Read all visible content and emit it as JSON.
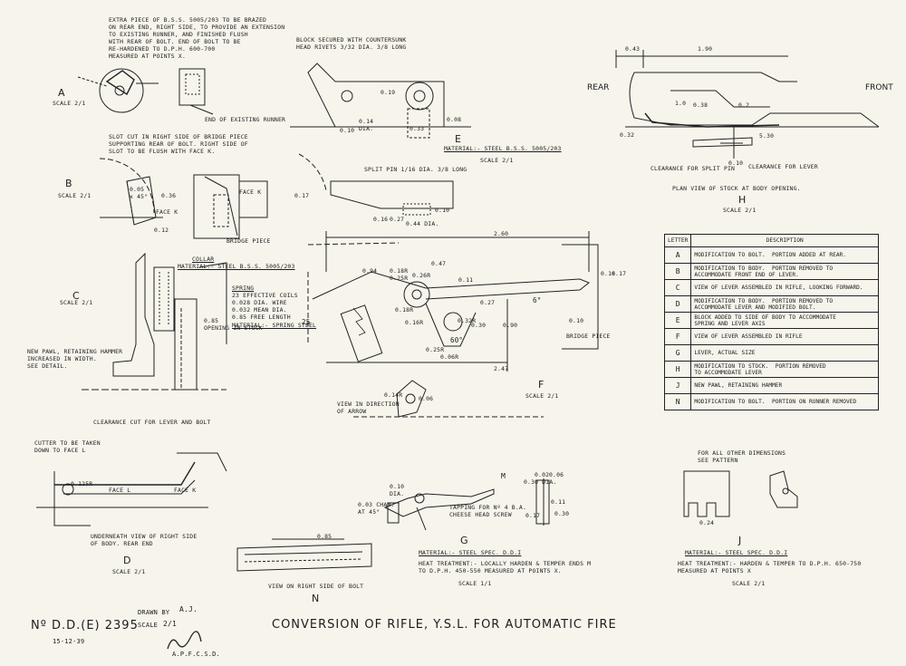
{
  "title": "CONVERSION OF RIFLE, Y.S.L.  FOR AUTOMATIC FIRE",
  "drawing_no": "Nº D.D.(E) 2395",
  "date": "15-12-39",
  "drawn_by_label": "DRAWN BY",
  "drawn_by": "A.J.",
  "scale_label": "SCALE",
  "scale_value": "2/1",
  "signature_title": "A.P.F.C.S.D.",
  "views": {
    "A": {
      "letter": "A",
      "scale": "SCALE 2/1",
      "note": "EXTRA PIECE OF B.S.S. 5005/203 TO BE BRAZED\nON REAR END, RIGHT SIDE, TO PROVIDE AN EXTENSION\nTO EXISTING RUNNER, AND FINISHED FLUSH\nWITH REAR OF BOLT. END OF BOLT TO BE\nRE-HARDENED TO D.P.H. 600-700\nMEASURED AT POINTS X.",
      "runner_note": "END OF EXISTING RUNNER"
    },
    "B": {
      "letter": "B",
      "scale": "SCALE 2/1",
      "note": "SLOT CUT IN RIGHT SIDE OF BRIDGE PIECE\nSUPPORTING REAR OF BOLT. RIGHT SIDE OF\nSLOT TO BE FLUSH WITH FACE K.",
      "face_k": "FACE K",
      "face_k2": "FACE K",
      "bridge": "BRIDGE PIECE",
      "dims": [
        "0.05\nx 45°",
        "0.36",
        "0.12"
      ]
    },
    "C": {
      "letter": "C",
      "scale": "SCALE 2/1",
      "collar": "COLLAR",
      "collar_mat": "MATERIAL:- STEEL B.S.S. 5005/203",
      "spring": "SPRING",
      "spring_spec": "23 EFFECTIVE COILS\n0.028 DIA. WIRE\n0.032 MEAN DIA.\n0.85 FREE LENGTH",
      "spring_mat": "MATERIAL:- SPRING STEEL",
      "opening": "0.85\nOPENING IN STOCK",
      "pawl_note": "NEW PAWL, RETAINING HAMMER\nINCREASED IN WIDTH.\nSEE DETAIL."
    },
    "E": {
      "letter": "E",
      "material": "MATERIAL:- STEEL B.S.S. 5005/203",
      "scale": "SCALE 2/1",
      "block_note": "BLOCK SECURED WITH COUNTERSUNK\nHEAD RIVETS 3/32 DIA. 3/8 LONG",
      "split_pin": "SPLIT PIN 1/16 DIA. 3/8 LONG",
      "dims": [
        "0.10",
        "0.19",
        "0.33",
        "0.08",
        "0.14\nDIA.",
        "0.17",
        "0.16",
        "0.27",
        "0.44 DIA.",
        "0.10"
      ]
    },
    "H": {
      "letter": "H",
      "scale": "SCALE 2/1",
      "rear": "REAR",
      "front": "FRONT",
      "title": "PLAN VIEW OF STOCK AT BODY OPENING.",
      "clear_pin": "CLEARANCE FOR SPLIT PIN",
      "clear_lever": "CLEARANCE FOR LEVER",
      "dims": [
        "0.43",
        "1.90",
        "1.0",
        "0.38",
        "0.2",
        "5.30",
        "0.32",
        "0.10"
      ]
    },
    "F": {
      "letter": "F",
      "scale": "SCALE 2/1",
      "arrow_view": "VIEW IN DIRECTION\nOF ARROW",
      "bridge": "BRIDGE PIECE",
      "dims": [
        "2.60",
        "2.47",
        "0.47",
        "0.94",
        "0.18R",
        "0.25R",
        "0.26R",
        "0.11",
        "0.16",
        "0.17",
        "0.10",
        "0.30",
        "0.90",
        "0.32R",
        "0.16R",
        "0.06R",
        "0.18R",
        "0.25R",
        "0.27",
        "0.14R",
        "0.06"
      ],
      "angles": [
        "25",
        "6°",
        "60°"
      ]
    },
    "D": {
      "letter": "D",
      "scale": "SCALE 2/1",
      "clearance": "CLEARANCE CUT FOR LEVER AND BOLT",
      "cutter": "CUTTER TO BE TAKEN\nDOWN TO FACE L",
      "face_l": "FACE L",
      "face_k": "FACE K",
      "r": "0.125R",
      "view": "UNDERNEATH VIEW OF RIGHT SIDE\nOF BODY. REAR END"
    },
    "N": {
      "letter": "N",
      "view": "VIEW ON RIGHT SIDE OF BOLT",
      "dim": "0.85"
    },
    "G": {
      "letter": "G",
      "material": "MATERIAL:- STEEL SPEC. D.D.I",
      "heat": "HEAT TREATMENT:- LOCALLY HARDEN & TEMPER ENDS M\nTO D.P.H. 450-550 MEASURED AT POINTS X.",
      "scale": "SCALE 1/1",
      "tapping": "TAPPING FOR Nº 4 B.A.\nCHEESE HEAD SCREW",
      "cham": "0.03 CHAM.\nAT 45°",
      "m": "M",
      "dims": [
        "0.10\nDIA.",
        "0.02",
        "0.06",
        "0.30 DIA.",
        "0.11",
        "0.30",
        "0.17"
      ]
    },
    "J": {
      "letter": "J",
      "note": "FOR ALL OTHER DIMENSIONS\nSEE PATTERN",
      "material": "MATERIAL:- STEEL SPEC. D.D.I",
      "heat": "HEAT TREATMENT:- HARDEN & TEMPER TO D.P.H. 650-750\nMEASURED AT POINTS X",
      "scale": "SCALE 2/1",
      "dim": "0.24"
    }
  },
  "legend": {
    "headers": [
      "LETTER",
      "DESCRIPTION"
    ],
    "rows": [
      [
        "A",
        "MODIFICATION TO BOLT.  PORTION ADDED AT REAR."
      ],
      [
        "B",
        "MODIFICATION TO BODY.  PORTION REMOVED TO\nACCOMMODATE FRONT END OF LEVER."
      ],
      [
        "C",
        "VIEW OF LEVER ASSEMBLED IN RIFLE, LOOKING FORWARD."
      ],
      [
        "D",
        "MODIFICATION TO BODY.  PORTION REMOVED TO\nACCOMMODATE LEVER AND MODIFIED BOLT."
      ],
      [
        "E",
        "BLOCK ADDED TO SIDE OF BODY TO ACCOMMODATE\nSPRING AND LEVER AXIS"
      ],
      [
        "F",
        "VIEW OF LEVER ASSEMBLED IN RIFLE"
      ],
      [
        "G",
        "LEVER, ACTUAL SIZE"
      ],
      [
        "H",
        "MODIFICATION TO STOCK.  PORTION REMOVED\nTO ACCOMMODATE LEVER"
      ],
      [
        "J",
        "NEW PAWL, RETAINING HAMMER"
      ],
      [
        "N",
        "MODIFICATION TO BOLT.  PORTION ON RUNNER REMOVED"
      ]
    ]
  },
  "colors": {
    "paper": "#f7f4ec",
    "ink": "#1c1c1c"
  }
}
